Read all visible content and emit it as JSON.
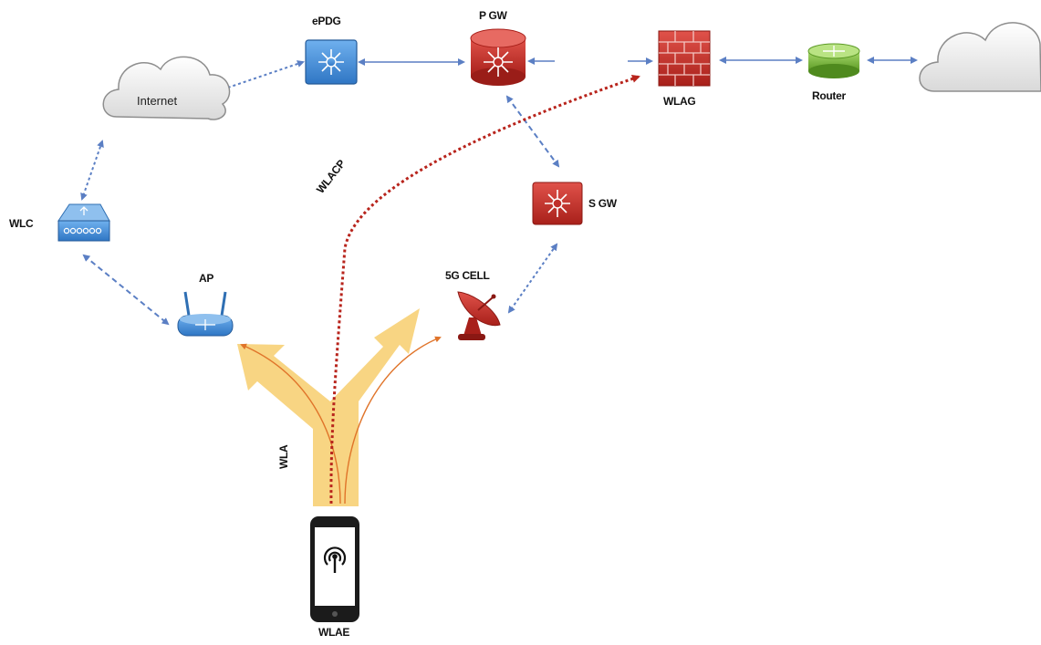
{
  "labels": {
    "epdg": "ePDG",
    "pgw": "P GW",
    "wlag": "WLAG",
    "router": "Router",
    "internet": "Internet",
    "wlc": "WLC",
    "sgw": "S GW",
    "ap": "AP",
    "cell": "5G CELL",
    "wlacp": "WLACP",
    "wla": "WLA",
    "wlae": "WLAE"
  },
  "icons": {
    "epdg": "switch-icon",
    "pgw": "router-icon",
    "wlag": "firewall-icon",
    "router": "router-icon",
    "wlc": "wireless-controller-icon",
    "sgw": "switch-icon",
    "ap": "access-point-icon",
    "cell": "satellite-dish-icon",
    "wlae": "smartphone-icon",
    "clouds": "cloud-icon"
  },
  "colors": {
    "link_blue": "#5b7fc4",
    "wlacp_red": "#b8241c",
    "arrow_yellow": "#f6c75a",
    "thin_orange": "#e0742a",
    "switch_blue": "#4a90d9",
    "device_red": "#c0302b",
    "router_green": "#7dbb3c"
  }
}
